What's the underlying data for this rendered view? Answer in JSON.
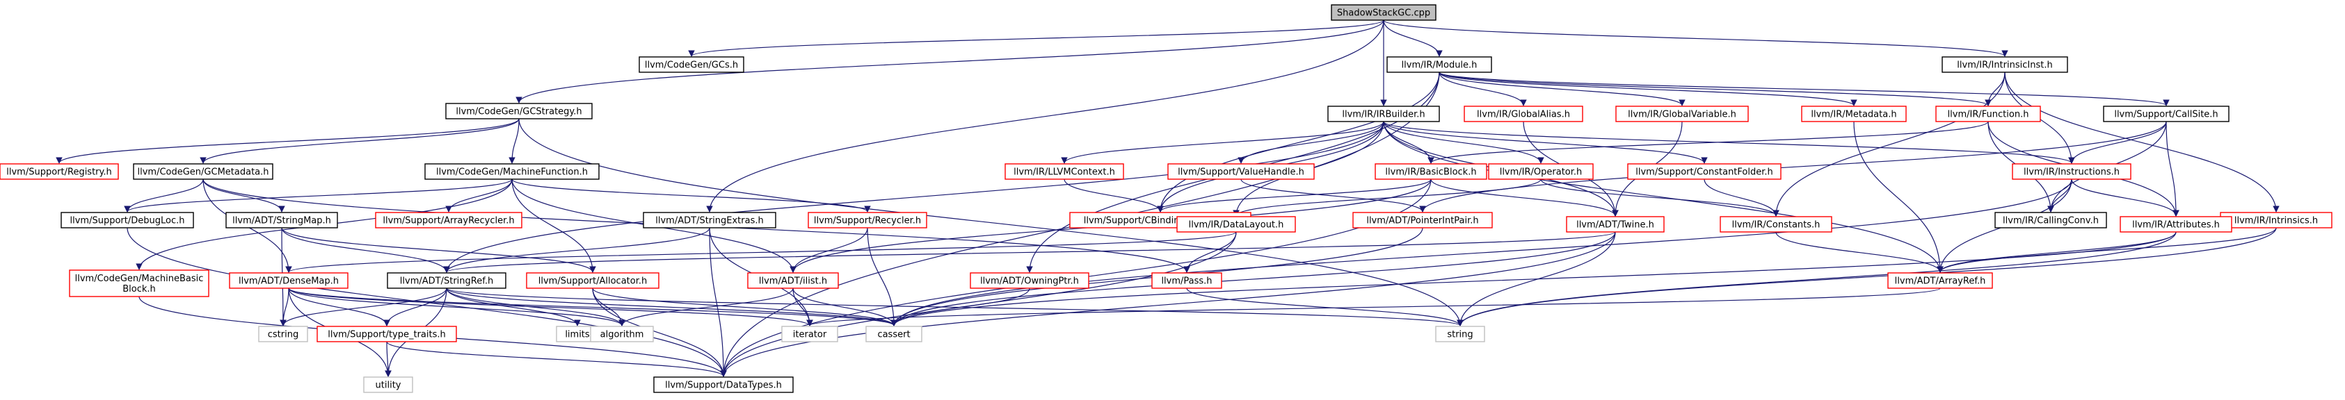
{
  "graph": {
    "title": "ShadowStackGC.cpp",
    "colors": {
      "root_fill": "#bfbfbf",
      "border_black": "#000000",
      "border_red": "#ff0000",
      "border_gray": "#bfbfbf",
      "edge": "#191970"
    },
    "nodes": [
      {
        "id": "root",
        "label": "ShadowStackGC.cpp",
        "kind": "root"
      },
      {
        "id": "gcs",
        "label": "llvm/CodeGen/GCs.h",
        "kind": "black"
      },
      {
        "id": "module",
        "label": "llvm/IR/Module.h",
        "kind": "black"
      },
      {
        "id": "intrinsicinst",
        "label": "llvm/IR/IntrinsicInst.h",
        "kind": "black"
      },
      {
        "id": "gcstrategy",
        "label": "llvm/CodeGen/GCStrategy.h",
        "kind": "black"
      },
      {
        "id": "irbuilder",
        "label": "llvm/IR/IRBuilder.h",
        "kind": "black"
      },
      {
        "id": "globalalias",
        "label": "llvm/IR/GlobalAlias.h",
        "kind": "red"
      },
      {
        "id": "globalvariable",
        "label": "llvm/IR/GlobalVariable.h",
        "kind": "red"
      },
      {
        "id": "metadata",
        "label": "llvm/IR/Metadata.h",
        "kind": "red"
      },
      {
        "id": "function",
        "label": "llvm/IR/Function.h",
        "kind": "red"
      },
      {
        "id": "callsite",
        "label": "llvm/Support/CallSite.h",
        "kind": "black"
      },
      {
        "id": "registry",
        "label": "llvm/Support/Registry.h",
        "kind": "red"
      },
      {
        "id": "gcmetadata",
        "label": "llvm/CodeGen/GCMetadata.h",
        "kind": "black"
      },
      {
        "id": "machinefunction",
        "label": "llvm/CodeGen/MachineFunction.h",
        "kind": "black"
      },
      {
        "id": "llvmcontext",
        "label": "llvm/IR/LLVMContext.h",
        "kind": "red"
      },
      {
        "id": "valuehandle",
        "label": "llvm/Support/ValueHandle.h",
        "kind": "red"
      },
      {
        "id": "basicblock",
        "label": "llvm/IR/BasicBlock.h",
        "kind": "red"
      },
      {
        "id": "operator",
        "label": "llvm/IR/Operator.h",
        "kind": "red"
      },
      {
        "id": "constantfolder",
        "label": "llvm/Support/ConstantFolder.h",
        "kind": "red"
      },
      {
        "id": "instructions",
        "label": "llvm/IR/Instructions.h",
        "kind": "red"
      },
      {
        "id": "debugloc",
        "label": "llvm/Support/DebugLoc.h",
        "kind": "black"
      },
      {
        "id": "stringmap",
        "label": "llvm/ADT/StringMap.h",
        "kind": "black"
      },
      {
        "id": "arrayrecycler",
        "label": "llvm/Support/ArrayRecycler.h",
        "kind": "red"
      },
      {
        "id": "stringextras",
        "label": "llvm/ADT/StringExtras.h",
        "kind": "black"
      },
      {
        "id": "recycler",
        "label": "llvm/Support/Recycler.h",
        "kind": "red"
      },
      {
        "id": "cbindingwrapping",
        "label": "llvm/Support/CBindingWrapping.h",
        "kind": "red"
      },
      {
        "id": "pointerintpair",
        "label": "llvm/ADT/PointerIntPair.h",
        "kind": "red"
      },
      {
        "id": "callingconv",
        "label": "llvm/IR/CallingConv.h",
        "kind": "black"
      },
      {
        "id": "intrinsics",
        "label": "llvm/IR/Intrinsics.h",
        "kind": "red"
      },
      {
        "id": "datalayout",
        "label": "llvm/IR/DataLayout.h",
        "kind": "red"
      },
      {
        "id": "twine",
        "label": "llvm/ADT/Twine.h",
        "kind": "red"
      },
      {
        "id": "constants",
        "label": "llvm/IR/Constants.h",
        "kind": "red"
      },
      {
        "id": "attributes",
        "label": "llvm/IR/Attributes.h",
        "kind": "red"
      },
      {
        "id": "mbb",
        "label": "llvm/CodeGen/MachineBasic\nBlock.h",
        "kind": "red"
      },
      {
        "id": "densemap",
        "label": "llvm/ADT/DenseMap.h",
        "kind": "red"
      },
      {
        "id": "stringref",
        "label": "llvm/ADT/StringRef.h",
        "kind": "black"
      },
      {
        "id": "allocator",
        "label": "llvm/Support/Allocator.h",
        "kind": "red"
      },
      {
        "id": "ilist",
        "label": "llvm/ADT/ilist.h",
        "kind": "red"
      },
      {
        "id": "owningptr",
        "label": "llvm/ADT/OwningPtr.h",
        "kind": "red"
      },
      {
        "id": "pass",
        "label": "llvm/Pass.h",
        "kind": "red"
      },
      {
        "id": "arrayref",
        "label": "llvm/ADT/ArrayRef.h",
        "kind": "red"
      },
      {
        "id": "typetraits",
        "label": "llvm/Support/type_traits.h",
        "kind": "red"
      },
      {
        "id": "cstring",
        "label": "cstring",
        "kind": "gray"
      },
      {
        "id": "limits",
        "label": "limits",
        "kind": "gray"
      },
      {
        "id": "algorithm",
        "label": "algorithm",
        "kind": "gray"
      },
      {
        "id": "iterator",
        "label": "iterator",
        "kind": "gray"
      },
      {
        "id": "cassert",
        "label": "cassert",
        "kind": "gray"
      },
      {
        "id": "string",
        "label": "string",
        "kind": "gray"
      },
      {
        "id": "utility",
        "label": "utility",
        "kind": "gray"
      },
      {
        "id": "datatypes",
        "label": "llvm/Support/DataTypes.h",
        "kind": "black"
      }
    ],
    "edges": [
      [
        "root",
        "gcs"
      ],
      [
        "root",
        "module"
      ],
      [
        "root",
        "intrinsicinst"
      ],
      [
        "root",
        "gcstrategy"
      ],
      [
        "root",
        "irbuilder"
      ],
      [
        "root",
        "stringextras"
      ],
      [
        "module",
        "globalalias"
      ],
      [
        "module",
        "globalvariable"
      ],
      [
        "module",
        "metadata"
      ],
      [
        "module",
        "function"
      ],
      [
        "module",
        "callsite"
      ],
      [
        "module",
        "cbindingwrapping"
      ],
      [
        "module",
        "owningptr"
      ],
      [
        "module",
        "datatypes"
      ],
      [
        "intrinsicinst",
        "function"
      ],
      [
        "intrinsicinst",
        "instructions"
      ],
      [
        "intrinsicinst",
        "intrinsics"
      ],
      [
        "intrinsicinst",
        "constants"
      ],
      [
        "gcstrategy",
        "registry"
      ],
      [
        "gcstrategy",
        "gcmetadata"
      ],
      [
        "gcstrategy",
        "machinefunction"
      ],
      [
        "gcstrategy",
        "string"
      ],
      [
        "irbuilder",
        "llvmcontext"
      ],
      [
        "irbuilder",
        "valuehandle"
      ],
      [
        "irbuilder",
        "basicblock"
      ],
      [
        "irbuilder",
        "operator"
      ],
      [
        "irbuilder",
        "constantfolder"
      ],
      [
        "irbuilder",
        "instructions"
      ],
      [
        "irbuilder",
        "datalayout"
      ],
      [
        "irbuilder",
        "twine"
      ],
      [
        "irbuilder",
        "arrayref"
      ],
      [
        "irbuilder",
        "cbindingwrapping"
      ],
      [
        "irbuilder",
        "stringref"
      ],
      [
        "function",
        "basicblock"
      ],
      [
        "function",
        "callingconv"
      ],
      [
        "function",
        "attributes"
      ],
      [
        "metadata",
        "arrayref"
      ],
      [
        "globalalias",
        "twine"
      ],
      [
        "globalvariable",
        "twine"
      ],
      [
        "callsite",
        "instructions"
      ],
      [
        "callsite",
        "callingconv"
      ],
      [
        "callsite",
        "pointerintpair"
      ],
      [
        "callsite",
        "attributes"
      ],
      [
        "gcmetadata",
        "debugloc"
      ],
      [
        "gcmetadata",
        "stringmap"
      ],
      [
        "gcmetadata",
        "densemap"
      ],
      [
        "gcmetadata",
        "pass"
      ],
      [
        "machinefunction",
        "debugloc"
      ],
      [
        "machinefunction",
        "arrayrecycler"
      ],
      [
        "machinefunction",
        "recycler"
      ],
      [
        "machinefunction",
        "mbb"
      ],
      [
        "machinefunction",
        "allocator"
      ],
      [
        "machinefunction",
        "ilist"
      ],
      [
        "llvmcontext",
        "cbindingwrapping"
      ],
      [
        "valuehandle",
        "pointerintpair"
      ],
      [
        "basicblock",
        "cbindingwrapping"
      ],
      [
        "basicblock",
        "twine"
      ],
      [
        "basicblock",
        "ilist"
      ],
      [
        "basicblock",
        "datatypes"
      ],
      [
        "operator",
        "constants"
      ],
      [
        "operator",
        "datalayout"
      ],
      [
        "constantfolder",
        "constants"
      ],
      [
        "instructions",
        "callingconv"
      ],
      [
        "instructions",
        "attributes"
      ],
      [
        "instructions",
        "arrayref"
      ],
      [
        "instructions",
        "cassert"
      ],
      [
        "debugloc",
        "datatypes"
      ],
      [
        "stringmap",
        "stringref"
      ],
      [
        "stringmap",
        "allocator"
      ],
      [
        "stringmap",
        "cstring"
      ],
      [
        "stringextras",
        "stringref"
      ],
      [
        "stringextras",
        "iterator"
      ],
      [
        "stringextras",
        "datatypes"
      ],
      [
        "recycler",
        "ilist"
      ],
      [
        "recycler",
        "cassert"
      ],
      [
        "pointerintpair",
        "cassert"
      ],
      [
        "datalayout",
        "densemap"
      ],
      [
        "datalayout",
        "pass"
      ],
      [
        "datalayout",
        "datatypes"
      ],
      [
        "twine",
        "stringref"
      ],
      [
        "twine",
        "cassert"
      ],
      [
        "twine",
        "string"
      ],
      [
        "twine",
        "datatypes"
      ],
      [
        "constants",
        "arrayref"
      ],
      [
        "attributes",
        "arrayref"
      ],
      [
        "attributes",
        "cassert"
      ],
      [
        "attributes",
        "string"
      ],
      [
        "intrinsics",
        "arrayref"
      ],
      [
        "intrinsics",
        "string"
      ],
      [
        "mbb",
        "datatypes"
      ],
      [
        "densemap",
        "typetraits"
      ],
      [
        "densemap",
        "algorithm"
      ],
      [
        "densemap",
        "cstring"
      ],
      [
        "densemap",
        "iterator"
      ],
      [
        "densemap",
        "cassert"
      ],
      [
        "densemap",
        "utility"
      ],
      [
        "stringref",
        "typetraits"
      ],
      [
        "stringref",
        "cstring"
      ],
      [
        "stringref",
        "limits"
      ],
      [
        "stringref",
        "algorithm"
      ],
      [
        "stringref",
        "cassert"
      ],
      [
        "stringref",
        "string"
      ],
      [
        "stringref",
        "utility"
      ],
      [
        "allocator",
        "algorithm"
      ],
      [
        "allocator",
        "cassert"
      ],
      [
        "allocator",
        "datatypes"
      ],
      [
        "ilist",
        "algorithm"
      ],
      [
        "ilist",
        "iterator"
      ],
      [
        "ilist",
        "cassert"
      ],
      [
        "owningptr",
        "cassert"
      ],
      [
        "pass",
        "string"
      ],
      [
        "arrayref",
        "iterator"
      ],
      [
        "typetraits",
        "utility"
      ],
      [
        "typetraits",
        "datatypes"
      ]
    ]
  }
}
